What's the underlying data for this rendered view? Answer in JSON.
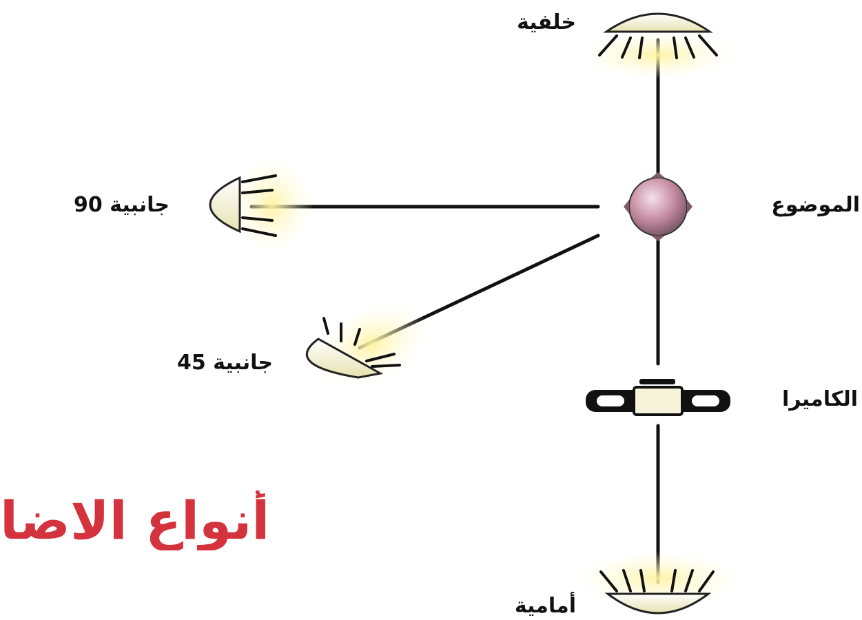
{
  "title": "أنواع الاضا",
  "labels": {
    "back_light": "خلفية",
    "side_90": "جانبية 90",
    "subject": "الموضوع",
    "side_45": "جانبية 45",
    "camera": "الكاميرا",
    "front_light": "أمامية"
  },
  "colors": {
    "title": "#d4323c",
    "line": "#111111",
    "light_glow": "#fff3a0",
    "lamp_fill": "#f6f3da",
    "subject_fill": "#c48a9e"
  }
}
